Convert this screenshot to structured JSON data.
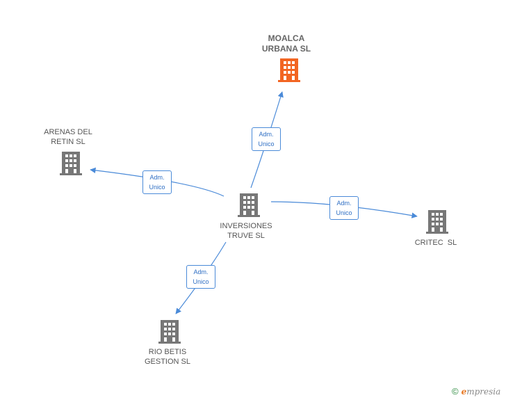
{
  "colors": {
    "highlight": "#f26522",
    "node": "#777777",
    "edge": "#4a8ad8"
  },
  "nodes": {
    "moalca": {
      "label": "MOALCA\nURBANA SL",
      "icon": "building-icon-highlight"
    },
    "arenas": {
      "label": "ARENAS DEL\nRETIN SL",
      "icon": "building-icon"
    },
    "inversiones": {
      "label": "INVERSIONES\nTRUVE SL",
      "icon": "building-icon"
    },
    "critec": {
      "label": "CRITEC  SL",
      "icon": "building-icon"
    },
    "riobetis": {
      "label": "RIO BETIS\nGESTION SL",
      "icon": "building-icon"
    }
  },
  "edges": [
    {
      "from": "INVERSIONES TRUVE SL",
      "to": "MOALCA URBANA SL",
      "line1": "Adm.",
      "line2": "Unico"
    },
    {
      "from": "INVERSIONES TRUVE SL",
      "to": "ARENAS DEL RETIN SL",
      "line1": "Adm.",
      "line2": "Unico"
    },
    {
      "from": "INVERSIONES TRUVE SL",
      "to": "CRITEC  SL",
      "line1": "Adm.",
      "line2": "Unico"
    },
    {
      "from": "INVERSIONES TRUVE SL",
      "to": "RIO BETIS GESTION SL",
      "line1": "Adm.",
      "line2": "Unico"
    }
  ],
  "footer": {
    "copyright": "©",
    "brand_initial": "e",
    "brand_rest": "mpresia"
  }
}
